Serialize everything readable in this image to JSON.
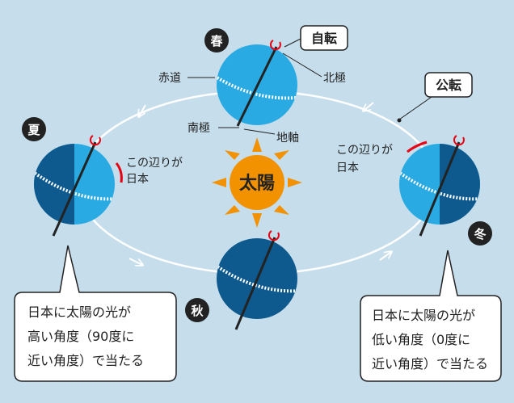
{
  "seasons": {
    "spring": "春",
    "summer": "夏",
    "autumn": "秋",
    "winter": "冬"
  },
  "labels": {
    "rotation": "自転",
    "revolution": "公転",
    "north_pole": "北極",
    "south_pole": "南極",
    "equator": "赤道",
    "axis": "地軸",
    "sun": "太陽",
    "japan_left_1": "この辺りが",
    "japan_left_2": "日本",
    "japan_right_1": "この辺りが",
    "japan_right_2": "日本"
  },
  "callouts": {
    "summer": [
      "日本に太陽の光が",
      "高い角度（90度に",
      "近い角度）で当たる"
    ],
    "winter": [
      "日本に太陽の光が",
      "低い角度（0度に",
      "近い角度）で当たる"
    ]
  },
  "colors": {
    "background": "#c6ddeb",
    "light_blue": "#29aae3",
    "dark_blue": "#0e5a8e",
    "sun_orange": "#f39200",
    "japan_red": "#e60012"
  }
}
